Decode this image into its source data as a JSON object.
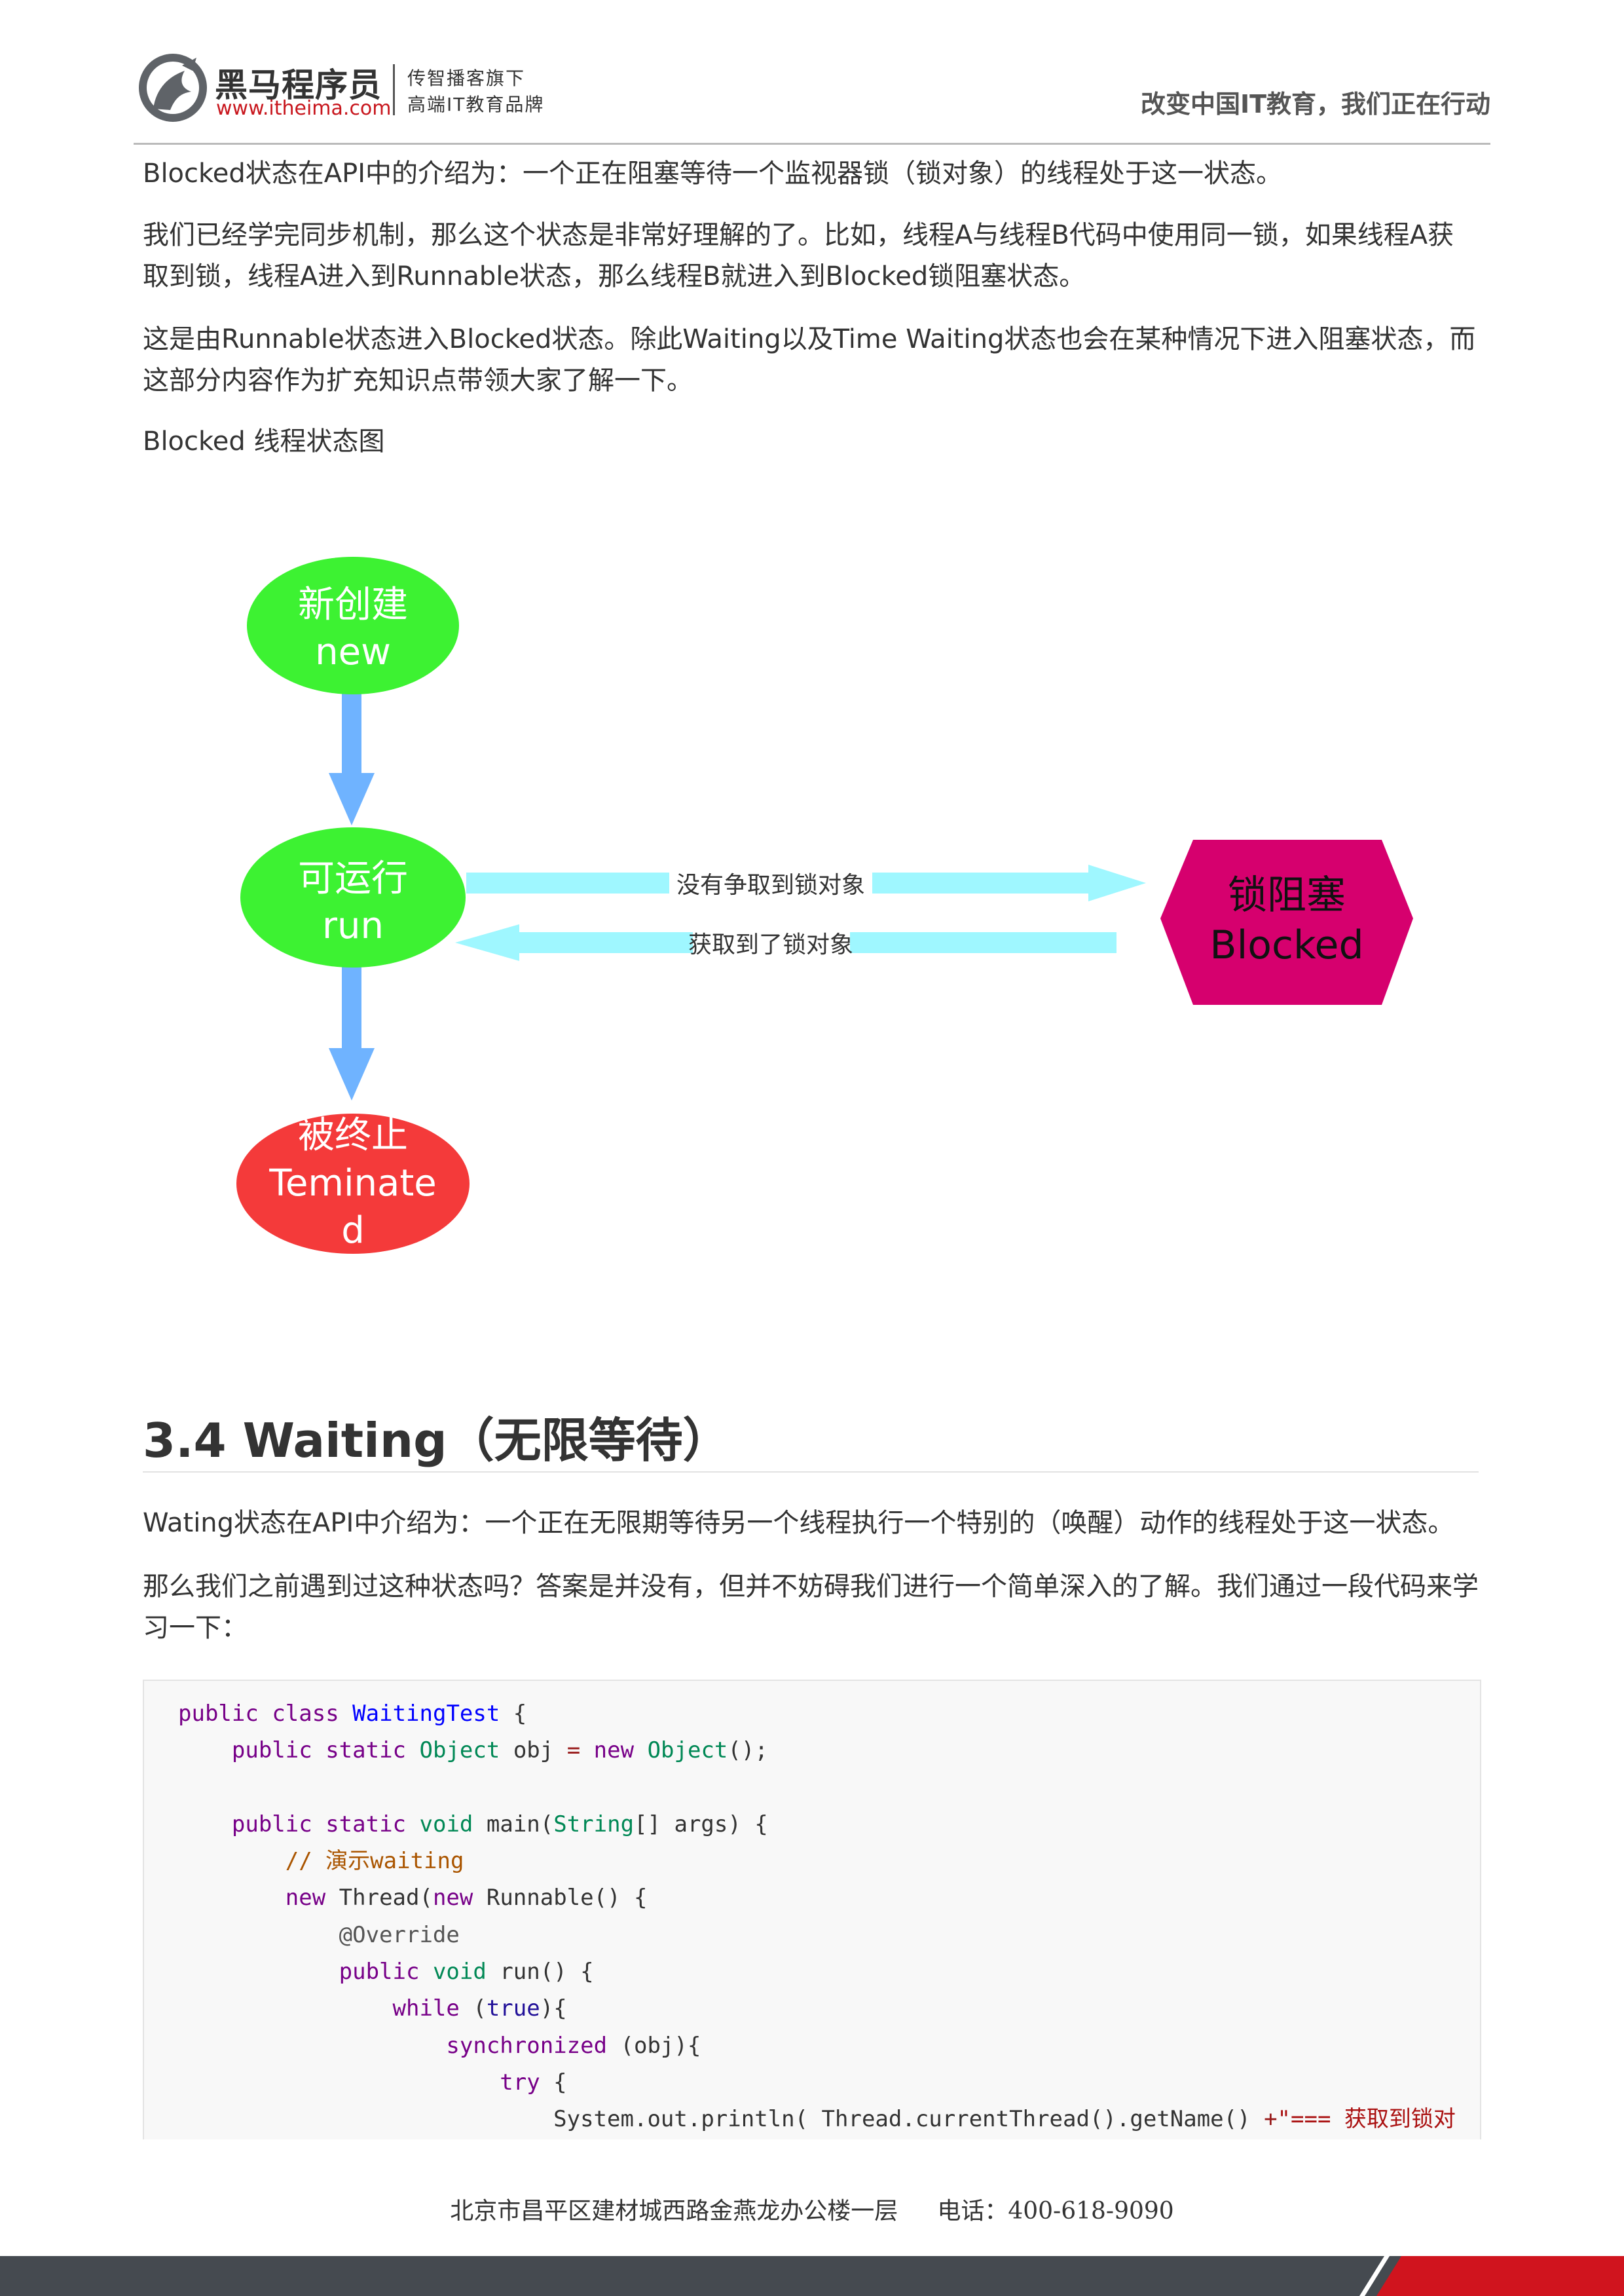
{
  "header": {
    "brand_name": "黑马程序员",
    "brand_url": "www.itheima.com",
    "tagline_line1": "传智播客旗下",
    "tagline_line2": "高端IT教育品牌",
    "slogan": "改变中国IT教育，我们正在行动"
  },
  "paragraphs": [
    "Blocked状态在API中的介绍为：一个正在阻塞等待一个监视器锁（锁对象）的线程处于这一状态。",
    "我们已经学完同步机制，那么这个状态是非常好理解的了。比如，线程A与线程B代码中使用同一锁，如果线程A获取到锁，线程A进入到Runnable状态，那么线程B就进入到Blocked锁阻塞状态。",
    "这是由Runnable状态进入Blocked状态。除此Waiting以及Time Waiting状态也会在某种情况下进入阻塞状态，而这部分内容作为扩充知识点带领大家了解一下。",
    "Blocked 线程状态图"
  ],
  "diagram": {
    "new_line1": "新创建",
    "new_line2": "new",
    "run_line1": "可运行",
    "run_line2": "run",
    "terminated_line1": "被终止",
    "terminated_line2": "Teminate",
    "terminated_line3": "d",
    "blocked_line1": "锁阻塞",
    "blocked_line2": "Blocked",
    "arrow_to_blocked": "没有争取到锁对象",
    "arrow_to_run": "获取到了锁对象",
    "colors": {
      "new": "#3df232",
      "run": "#3df232",
      "terminated": "#f43a3a",
      "blocked": "#d6006e",
      "vertical_arrow": "#6fb3ff",
      "horizontal_arrow": "#9ff7ff"
    }
  },
  "section": {
    "heading": "3.4 Waiting（无限等待）",
    "paragraphs": [
      "Wating状态在API中介绍为：一个正在无限期等待另一个线程执行一个特别的（唤醒）动作的线程处于这一状态。",
      "那么我们之前遇到过这种状态吗？答案是并没有，但并不妨碍我们进行一个简单深入的了解。我们通过一段代码来学习一下："
    ]
  },
  "code": {
    "class_name": "WaitingTest",
    "comment": "// 演示waiting",
    "annotation": "@Override",
    "string_tail": "\"=== 获取到锁对"
  },
  "footer": {
    "address": "北京市昌平区建材城西路金燕龙办公楼一层",
    "phone": "电话：400-618-9090"
  }
}
